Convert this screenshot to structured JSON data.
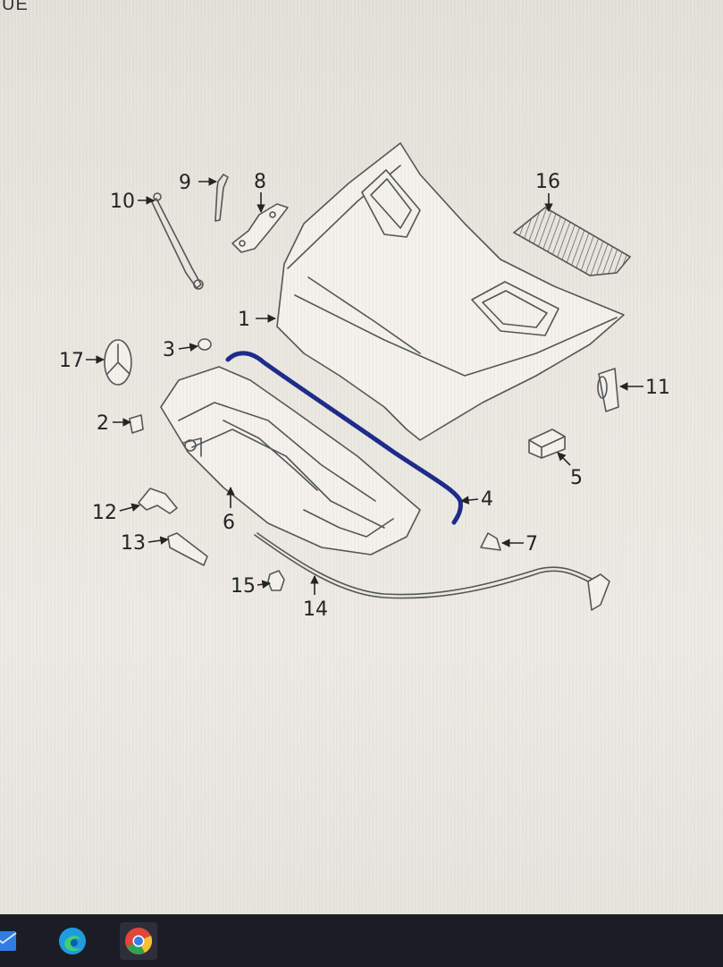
{
  "corner_text": "UE",
  "callouts": [
    {
      "id": "c1",
      "label": "1"
    },
    {
      "id": "c2",
      "label": "2"
    },
    {
      "id": "c3",
      "label": "3"
    },
    {
      "id": "c4",
      "label": "4"
    },
    {
      "id": "c5",
      "label": "5"
    },
    {
      "id": "c6",
      "label": "6"
    },
    {
      "id": "c7",
      "label": "7"
    },
    {
      "id": "c8",
      "label": "8"
    },
    {
      "id": "c9",
      "label": "9"
    },
    {
      "id": "c10",
      "label": "10"
    },
    {
      "id": "c11",
      "label": "11"
    },
    {
      "id": "c12",
      "label": "12"
    },
    {
      "id": "c13",
      "label": "13"
    },
    {
      "id": "c14",
      "label": "14"
    },
    {
      "id": "c15",
      "label": "15"
    },
    {
      "id": "c16",
      "label": "16"
    },
    {
      "id": "c17",
      "label": "17"
    }
  ],
  "highlight_color": "#1c2a8a",
  "taskbar": {
    "icons": [
      "mail-icon",
      "edge-browser-icon",
      "chrome-browser-icon"
    ]
  }
}
